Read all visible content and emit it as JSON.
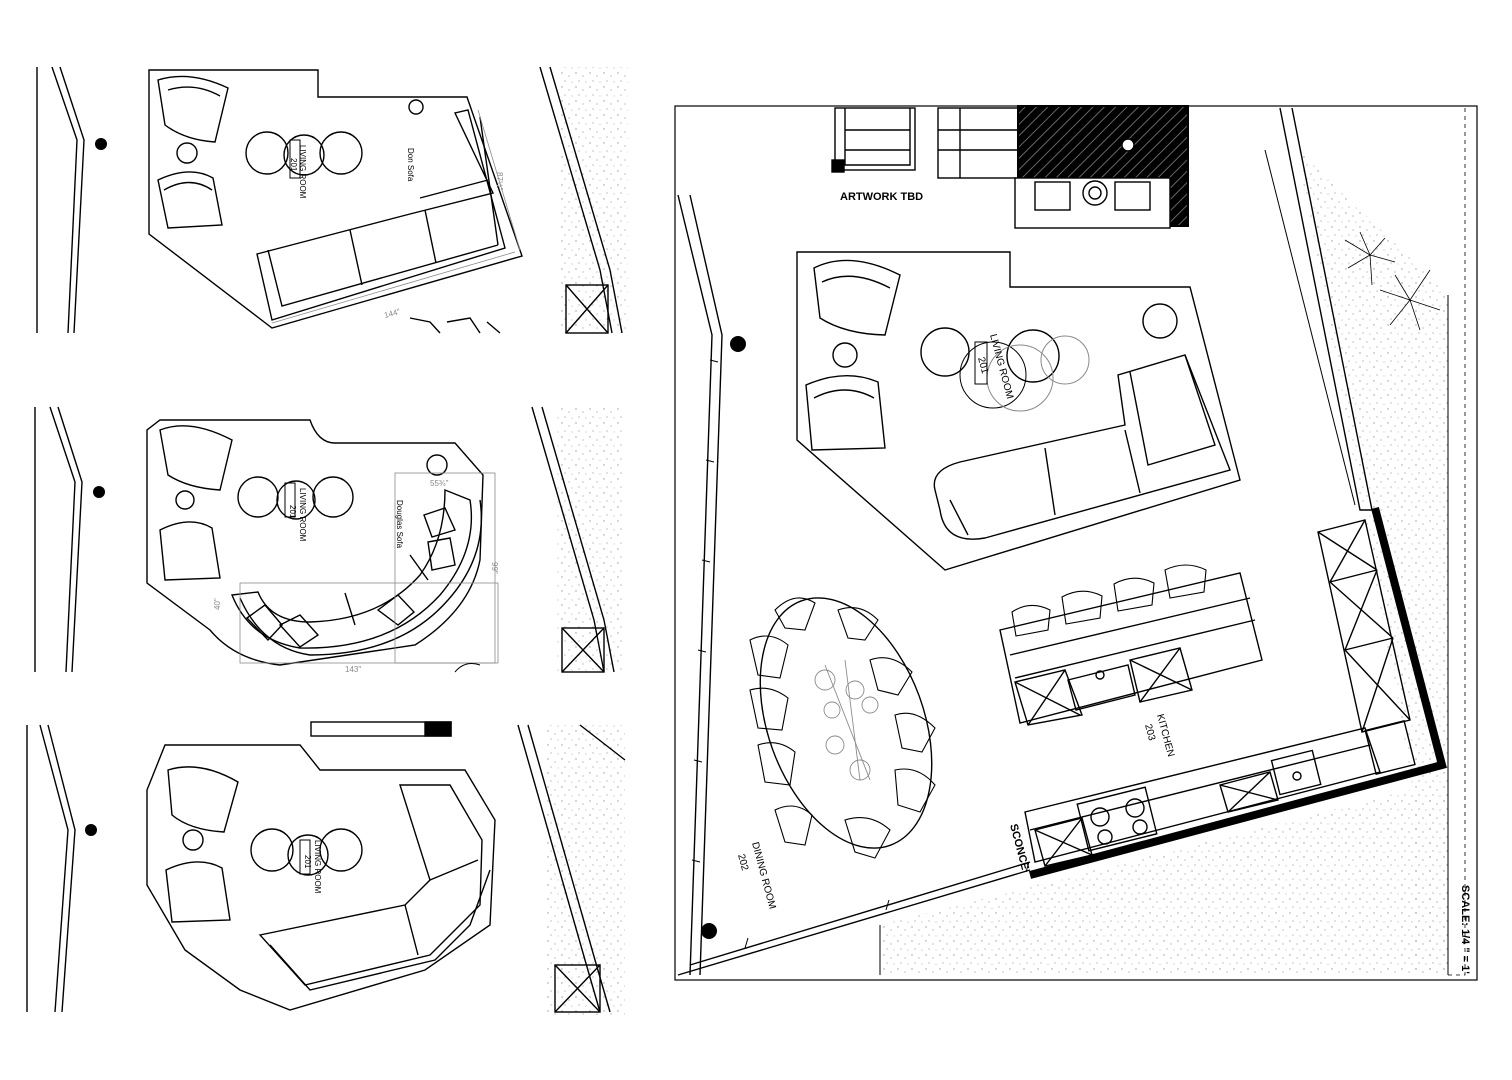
{
  "colors": {
    "ink": "#000000",
    "paper": "#ffffff",
    "stipple": "#9a9a9a",
    "dim": "#8a8a8a"
  },
  "panel_a": {
    "room_label": "LIVING ROOM",
    "room_number": "201",
    "sofa_label": "Don Sofa",
    "dim_depth": "87½\"",
    "dim_width": "144\""
  },
  "panel_b": {
    "room_label": "LIVING ROOM",
    "room_number": "201",
    "sofa_label": "Douglas Sofa",
    "dim_top": "55¾\"",
    "dim_height": "99\"",
    "dim_left": "40\"",
    "dim_bottom": "143\""
  },
  "panel_c": {
    "room_label": "LIVING ROOM",
    "room_number": "201"
  },
  "plan": {
    "artwork": "ARTWORK TBD",
    "living_label": "LIVING ROOM",
    "living_number": "201",
    "dining_label": "DINING ROOM",
    "dining_number": "202",
    "kitchen_label": "KITCHEN",
    "kitchen_number": "203",
    "sconce": "SCONCE",
    "scale": "SCALE: 1/4 \" = 1'"
  }
}
